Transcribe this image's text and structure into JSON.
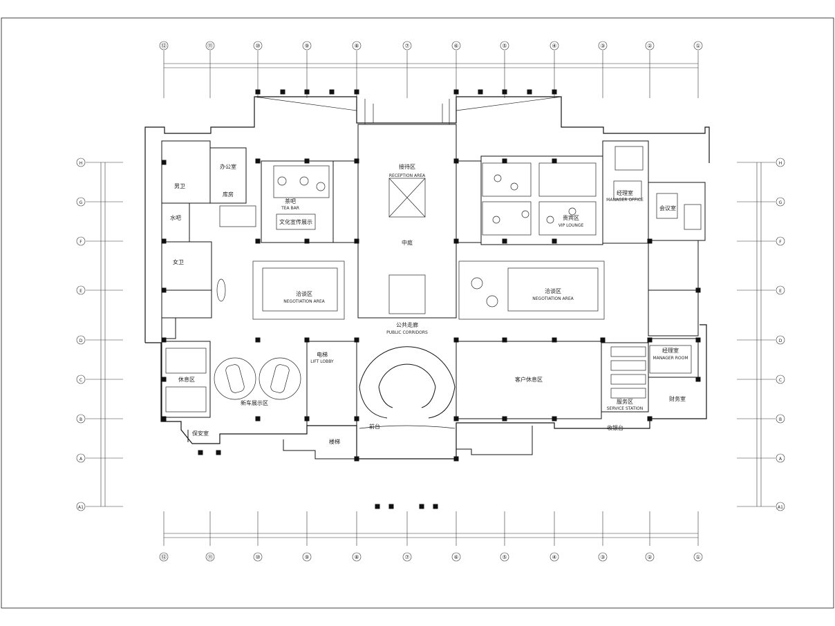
{
  "grid": {
    "columns": [
      "⑫",
      "⑪",
      "⑩",
      "⑨",
      "⑧",
      "⑦",
      "⑥",
      "⑤",
      "④",
      "③",
      "②",
      "①"
    ],
    "rows": [
      "H",
      "G",
      "F",
      "E",
      "D",
      "C",
      "B",
      "A",
      "A1"
    ]
  },
  "rooms": {
    "reception": {
      "cn": "接待区",
      "en": "RECEPTION AREA"
    },
    "atrium": {
      "cn": "中庭"
    },
    "public_corridor": {
      "cn": "公共走廊",
      "en": "PUBLIC CORRIDORS"
    },
    "tea_bar": {
      "cn": "茶吧",
      "en": "TEA BAR"
    },
    "display_wall": {
      "cn": "文化宣传展示"
    },
    "negotiation_left": {
      "cn": "洽谈区",
      "en": "NEGOTIATION AREA"
    },
    "negotiation_right": {
      "cn": "洽谈区",
      "en": "NEGOTIATION AREA"
    },
    "vip_lounge": {
      "cn": "贵宾区",
      "en": "VIP LOUNGE"
    },
    "manager_office": {
      "cn": "经理室",
      "en": "MANAGER OFFICE"
    },
    "manager_room": {
      "cn": "经理室",
      "en": "MANAGER ROOM"
    },
    "showroom": {
      "cn": "新车展示区"
    },
    "lounge": {
      "cn": "休息区"
    },
    "customer_lounge": {
      "cn": "客户休息区"
    },
    "office": {
      "cn": "办公室"
    },
    "store": {
      "cn": "库房"
    },
    "toilet_m": {
      "cn": "男卫"
    },
    "toilet_f": {
      "cn": "女卫"
    },
    "water": {
      "cn": "水吧"
    },
    "lift": {
      "cn": "电梯",
      "en": "LIFT LOBBY"
    },
    "stair": {
      "cn": "楼梯"
    },
    "reception_desk": {
      "cn": "前台"
    },
    "service": {
      "cn": "服务区",
      "en": "SERVICE STATION"
    },
    "finance": {
      "cn": "财务室"
    },
    "meeting": {
      "cn": "会议室"
    },
    "security": {
      "cn": "保安室"
    },
    "counter": {
      "cn": "收银台"
    }
  }
}
